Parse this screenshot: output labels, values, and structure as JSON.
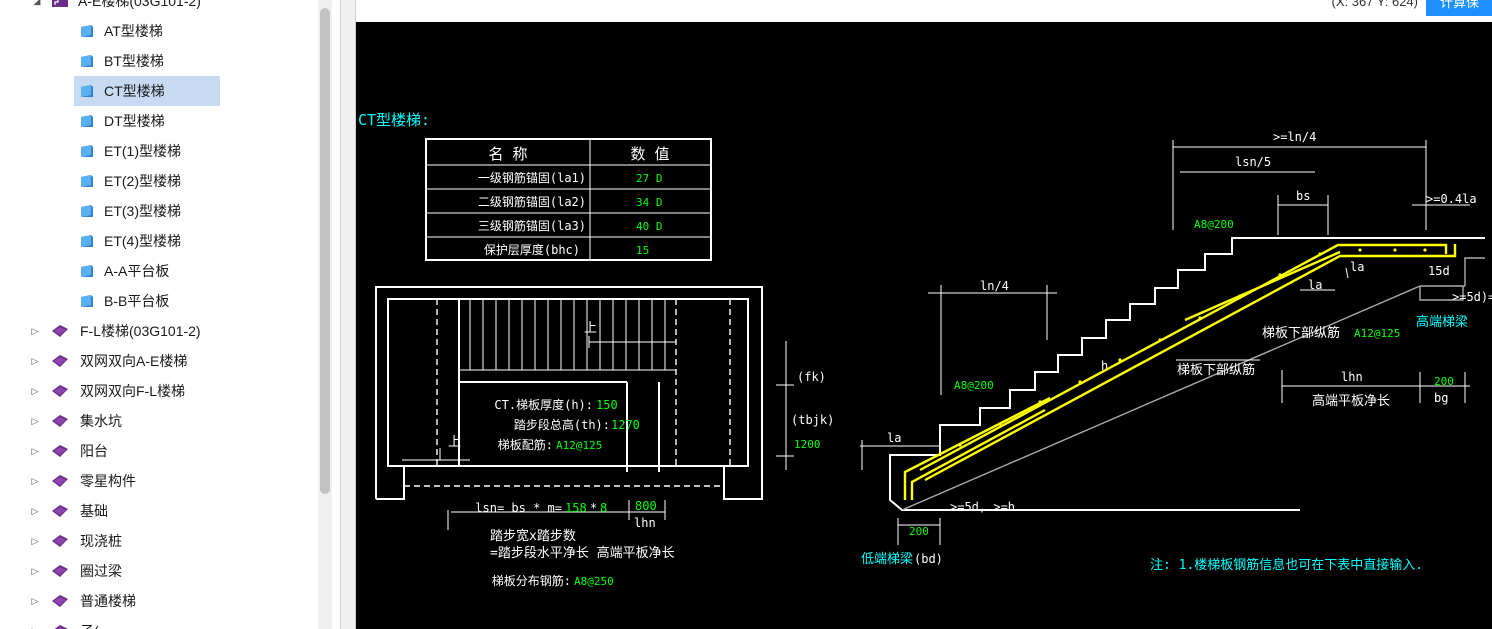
{
  "tree": {
    "parent_label": "A-E楼梯(03G101-2)",
    "children": [
      "AT型楼梯",
      "BT型楼梯",
      "CT型楼梯",
      "DT型楼梯",
      "ET(1)型楼梯",
      "ET(2)型楼梯",
      "ET(3)型楼梯",
      "ET(4)型楼梯",
      "A-A平台板",
      "B-B平台板"
    ],
    "selected": "CT型楼梯",
    "folders": [
      "F-L楼梯(03G101-2)",
      "双网双向A-E楼梯",
      "双网双向F-L楼梯",
      "集水坑",
      "阳台",
      "零星构件",
      "基础",
      "现浇桩",
      "圈过梁",
      "普通楼梯",
      "子(…"
    ]
  },
  "toolbar": {
    "coords": "(X: 367 Y: 624)",
    "calc_button": "计算保"
  },
  "drawing": {
    "title": "CT型楼梯:",
    "table": {
      "headers": [
        "名 称",
        "数 值"
      ],
      "rows": [
        {
          "name": "一级钢筋锚固(la1)",
          "value": "27 D"
        },
        {
          "name": "二级钢筋锚固(la2)",
          "value": "34 D"
        },
        {
          "name": "三级钢筋锚固(la3)",
          "value": "40 D"
        },
        {
          "name": "保护层厚度(bhc)",
          "value": "15"
        }
      ]
    },
    "plan": {
      "up1": "上",
      "up2": "上",
      "thickness_label": "CT.梯板厚度(h):",
      "thickness_value": "150",
      "height_label": "踏步段总高(th):",
      "height_value": "1270",
      "rebar_label": "梯板配筋:",
      "rebar_value": "A12@125",
      "fk": "(fk)",
      "tbjk": "(tbjk)",
      "width_value": "1200",
      "formula_label": "lsn= bs * m=",
      "bs_value": "158",
      "star": "*",
      "m_value": "8",
      "lhn_value": "800",
      "lhn_label": "lhn",
      "note1": "踏步宽x踏步数",
      "note2": "=踏步段水平净长 高端平板净长",
      "dist_label": "梯板分布钢筋:",
      "dist_value": "A8@250"
    },
    "section": {
      "dim_ln4_top": ">=ln/4",
      "dim_lsn5": "lsn/5",
      "dim_bs": "bs",
      "dim_04la": ">=0.4la",
      "rebar_top": "A8@200",
      "la_mid1": "la",
      "la_mid2": "la",
      "dim_15d": "15d",
      "dim_5d_right": ">=5d)=",
      "high_beam": "高端梯梁",
      "lower_rebar_label": "梯板下部纵筋",
      "lower_rebar_value": "A12@125",
      "lower_rebar_label2": "梯板下部纵筋",
      "h": "h",
      "ln4": "ln/4",
      "rebar_low": "A8@200",
      "lhn": "lhn",
      "bg_value": "200",
      "bg": "bg",
      "high_slab": "高端平板净长",
      "la_left": "la",
      "dim_5d_low": ">=5d, >=h",
      "bd_value": "200",
      "low_beam": "低端梯梁",
      "bd": "(bd)",
      "note": "注: 1.楼梯板钢筋信息也可在下表中直接输入."
    }
  },
  "colors": {
    "canvas_bg": "#000000",
    "line": "#ffffff",
    "value": "#00ff00",
    "title": "#00ffff",
    "rebar": "#ffff00",
    "selection": "#c6daf2",
    "button": "#1e90ff"
  }
}
